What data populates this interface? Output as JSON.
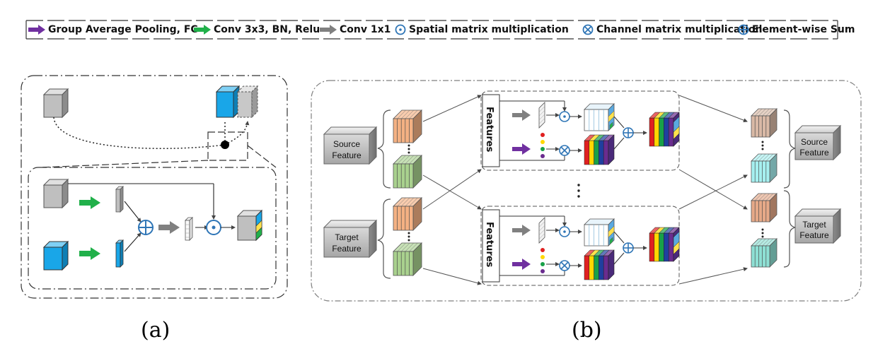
{
  "legend": {
    "group_avg_pooling_fc": "Group Average Pooling, FC",
    "conv3x3_bn_relu": "Conv 3x3, BN, Relu",
    "conv1x1": "Conv 1x1",
    "spatial_mm": "Spatial matrix multiplication",
    "channel_mm": "Channel matrix multiplication",
    "element_sum": "Element-wise Sum"
  },
  "panel_b": {
    "source_feature": [
      "Source",
      "Feature"
    ],
    "target_feature": [
      "Target",
      "Feature"
    ],
    "features_label": "Features"
  },
  "captions": {
    "a": "(a)",
    "b": "(b)"
  },
  "colors": {
    "purple_arrow": "#7030a0",
    "green_arrow": "#21b04a",
    "gray_arrow": "#808080",
    "blue_cube": "#19a6e8",
    "gray_cube": "#bfbfbf",
    "orange_cube": "#f4b183",
    "green_cube": "#a9d18e",
    "cyan_cube": "#a6f0f0"
  }
}
